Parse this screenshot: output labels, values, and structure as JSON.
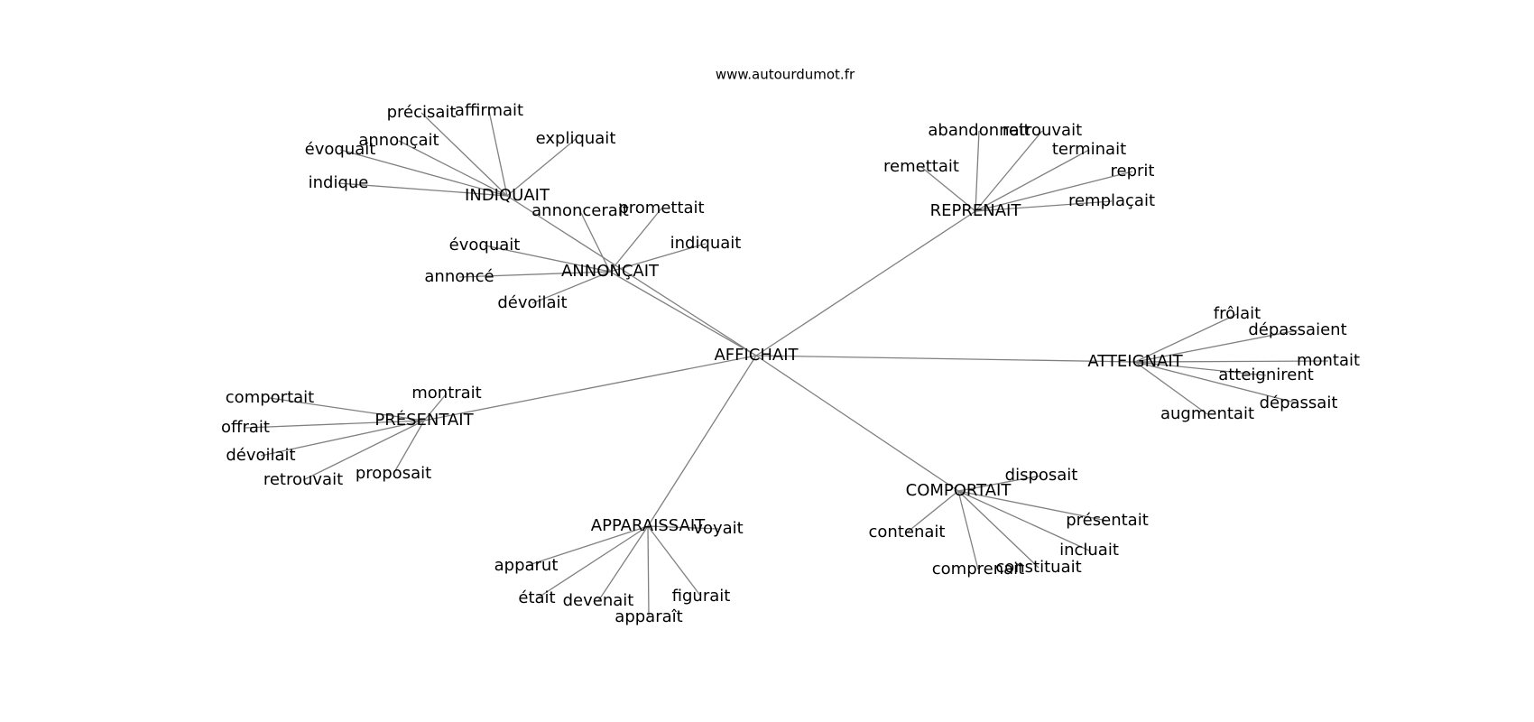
{
  "site": "www.autourdumot.fr",
  "center": "AFFICHAIT",
  "clusters": [
    {
      "id": "indiquait",
      "label": "INDIQUAIT",
      "words": [
        "précisait",
        "affirmait",
        "annonçait",
        "expliquait",
        "évoquait",
        "indique"
      ]
    },
    {
      "id": "annoncait",
      "label": "ANNONÇAIT",
      "words": [
        "annoncerait",
        "promettait",
        "évoquait",
        "indiquait",
        "annoncé",
        "dévoilait"
      ]
    },
    {
      "id": "reprenait",
      "label": "REPRENAIT",
      "words": [
        "abandonnait",
        "retrouvait",
        "terminait",
        "remettait",
        "reprit",
        "remplaçait"
      ]
    },
    {
      "id": "atteignait",
      "label": "ATTEIGNAIT",
      "words": [
        "frôlait",
        "dépassaient",
        "montait",
        "atteignirent",
        "dépassait",
        "augmentait"
      ]
    },
    {
      "id": "presentait",
      "label": "PRÉSENTAIT",
      "words": [
        "comportait",
        "montrait",
        "offrait",
        "dévoilait",
        "retrouvait",
        "proposait"
      ]
    },
    {
      "id": "comportait",
      "label": "COMPORTAIT",
      "words": [
        "disposait",
        "contenait",
        "présentait",
        "incluait",
        "comprenait",
        "constituait"
      ]
    },
    {
      "id": "apparaissait",
      "label": "APPARAISSAIT",
      "words": [
        "voyait",
        "apparut",
        "était",
        "devenait",
        "apparaît",
        "figurait"
      ]
    }
  ]
}
